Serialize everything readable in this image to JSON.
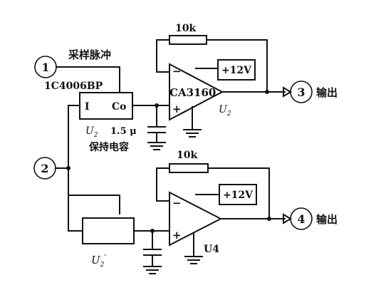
{
  "circuit": {
    "nodes": {
      "n1": "1",
      "n2": "2",
      "n3": "3",
      "n4": "4"
    },
    "labels": {
      "sample_pulse": "采样脉冲",
      "ic_top": "1C4006BP",
      "switch_in": "I",
      "switch_out": "Co",
      "u2_top": "U",
      "u2_top_sub": "2",
      "cap_value": "1.5 μ",
      "hold_cap": "保持电容",
      "u2_bottom": "U",
      "u2_bottom_sub": "2",
      "u2_bottom_prime": "′",
      "opamp_top": "CA3160",
      "opamp_top_ref": "U",
      "opamp_top_ref_sub": "2",
      "opamp_bottom_ref": "U4",
      "r_top": "10k",
      "r_bottom": "10k",
      "supply_top": "+12V",
      "supply_bottom": "+12V",
      "minus": "−",
      "plus": "+",
      "output_top": "输出",
      "output_bottom": "输出"
    }
  }
}
